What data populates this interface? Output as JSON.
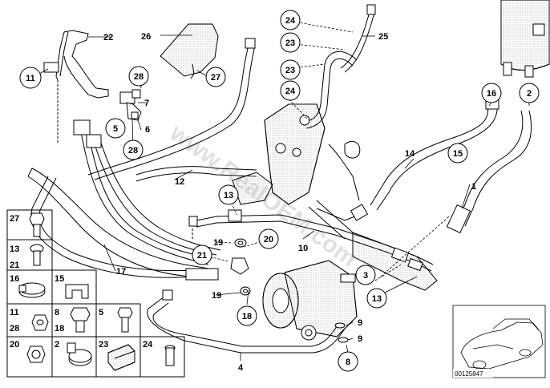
{
  "watermark": "www.RealOEM.com",
  "catalog_number": "00125847",
  "callouts": {
    "c1": "1",
    "c2": "2",
    "c3": "3",
    "c4": "4",
    "c5": "5",
    "c6": "6",
    "c7": "7",
    "c8": "8",
    "c9a": "9",
    "c9b": "9",
    "c10": "10",
    "c11": "11",
    "c12": "12",
    "c13a": "13",
    "c13b": "13",
    "c14": "14",
    "c15": "15",
    "c16": "16",
    "c17": "17",
    "c18": "18",
    "c19a": "19",
    "c19b": "19",
    "c20": "20",
    "c21": "21",
    "c22": "22",
    "c23a": "23",
    "c23b": "23",
    "c24a": "24",
    "c24b": "24",
    "c25": "25",
    "c26": "26",
    "c27": "27",
    "c28a": "28",
    "c28b": "28"
  },
  "legend": {
    "cells": [
      {
        "nums": [
          "27"
        ]
      },
      {
        "nums": [
          "13",
          "21"
        ]
      },
      {
        "nums": [
          "16"
        ]
      },
      {
        "nums": [
          "15"
        ]
      },
      {
        "nums": [
          "11",
          "28"
        ]
      },
      {
        "nums": [
          "8",
          "18"
        ]
      },
      {
        "nums": [
          "5"
        ]
      },
      {
        "nums": [
          "20"
        ]
      },
      {
        "nums": [
          "2"
        ]
      },
      {
        "nums": [
          "23"
        ]
      },
      {
        "nums": [
          "24"
        ]
      }
    ]
  }
}
